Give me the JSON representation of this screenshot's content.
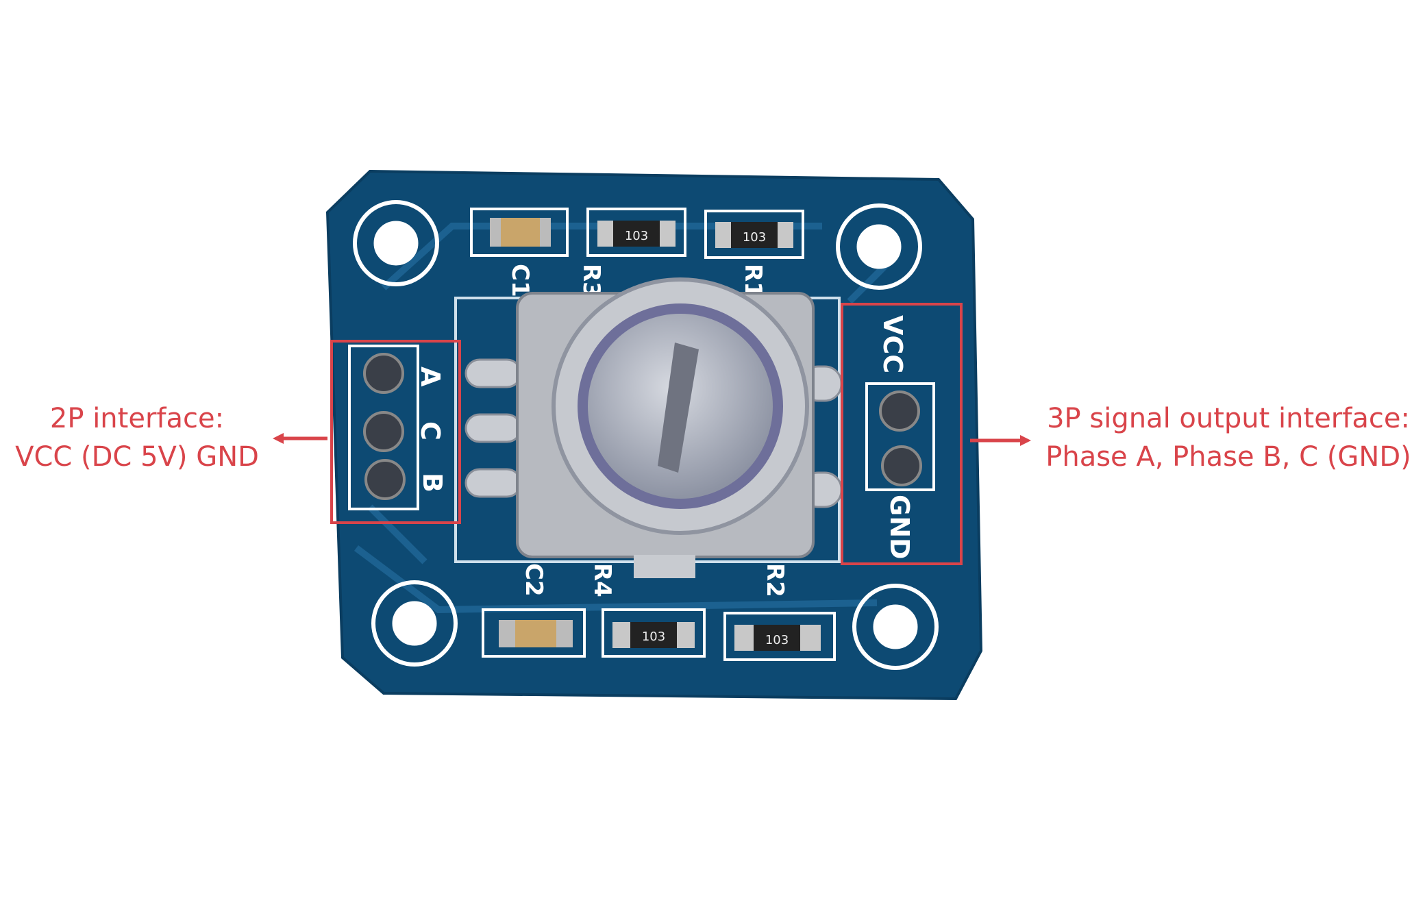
{
  "callouts": {
    "left": {
      "line1": "2P interface:",
      "line2": "VCC (DC 5V)  GND"
    },
    "right": {
      "line1": "3P signal output interface:",
      "line2": "Phase A, Phase B, C  (GND)"
    }
  },
  "board": {
    "silkscreen": {
      "c1": "C1",
      "r3": "R3",
      "r1": "R1",
      "c2": "C2",
      "r4": "R4",
      "r2": "R2",
      "pin_a": "A",
      "pin_c": "C",
      "pin_b": "B",
      "vcc": "VCC",
      "gnd": "GND"
    },
    "resistor_code": "103"
  },
  "colors": {
    "annotation": "#d9444a",
    "pcb": "#0d4a73",
    "silk": "#ffffff"
  }
}
